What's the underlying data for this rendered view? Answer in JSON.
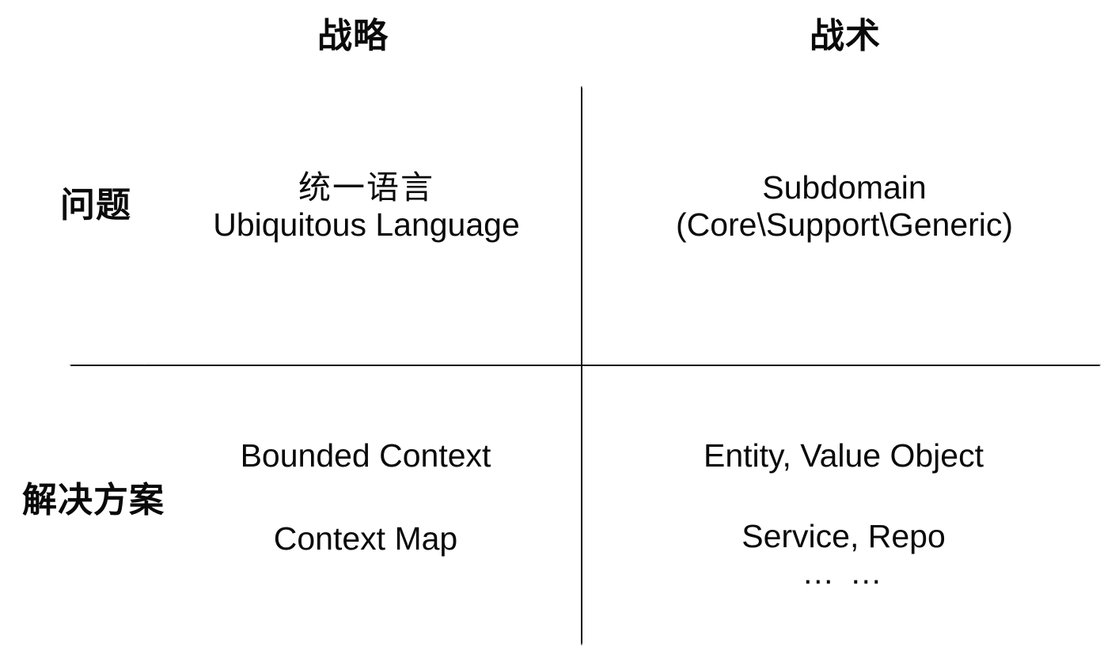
{
  "diagram": {
    "title": "DDD Strategy / Tactics Quadrant",
    "background_color": "#ffffff",
    "ink_color": "#0a0a0a",
    "column_headers": {
      "strategy": "战略",
      "tactics": "战术"
    },
    "row_headers": {
      "problem": "问题",
      "solution": "解决方案"
    },
    "quadrants": {
      "problem_strategy": {
        "line1": "统一语言",
        "line2": "Ubiquitous Language"
      },
      "problem_tactics": {
        "line1": "Subdomain",
        "line2": "(Core\\Support\\Generic)"
      },
      "solution_strategy": {
        "line1": "Bounded Context",
        "line2": "Context Map"
      },
      "solution_tactics": {
        "line1": "Entity, Value Object",
        "line2": "Service, Repo",
        "line3": "… …"
      }
    },
    "axes": {
      "vertical_label": "vertical-divider",
      "horizontal_label": "horizontal-divider"
    }
  }
}
